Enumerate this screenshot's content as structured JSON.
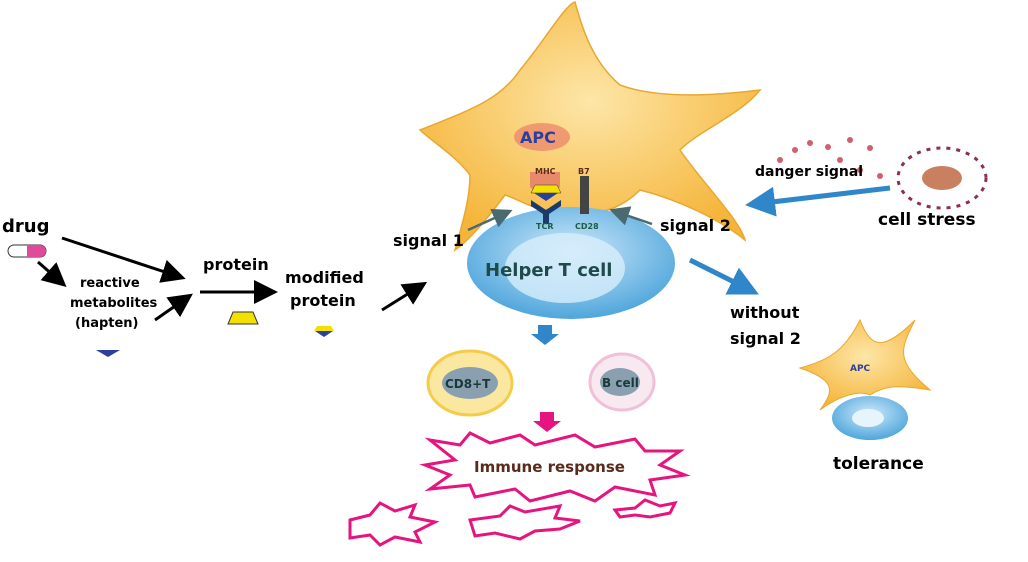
{
  "labels": {
    "drug": "drug",
    "reactive_metabolites": [
      "reactive",
      "metabolites",
      "(hapten)"
    ],
    "protein": "protein",
    "modified_protein": [
      "modified",
      "protein"
    ],
    "signal1": "signal 1",
    "signal2": "signal 2",
    "apc": "APC",
    "mhc": "MHC",
    "b7": "B7",
    "tcr": "TCR",
    "cd28": "CD28",
    "helper_t": "Helper T cell",
    "danger_signal": "danger signal",
    "cell_stress": "cell stress",
    "without_signal2": [
      "without",
      "signal 2"
    ],
    "apc_small": "APC",
    "tolerance": "tolerance",
    "cd8": "CD8+T",
    "bcell": "B cell",
    "immune_response": "Immune response"
  },
  "colors": {
    "apc": "#f9c04a",
    "tcell": "#5aaee0",
    "immune": "#e6147e",
    "arrow_blue": "#2f86c9",
    "hapten": "#2b3f9e",
    "protein": "#f2e000"
  }
}
